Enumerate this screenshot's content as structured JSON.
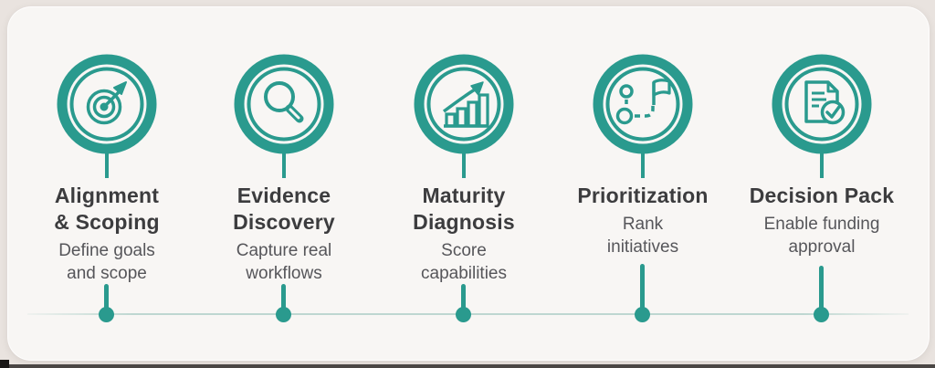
{
  "figure": {
    "type": "process-timeline",
    "step_count": 5,
    "orientation": "horizontal"
  },
  "colors": {
    "accent_teal": "#2a9a8e",
    "title_text": "#3c3c3e",
    "subtitle_text": "#56565a",
    "card_background": "#f8f6f4",
    "page_background": "#e9e3df",
    "timeline_line": "#bed7d1"
  },
  "steps": [
    {
      "title": "Alignment\n& Scoping",
      "description": "Define goals\nand scope",
      "icon": "target-icon"
    },
    {
      "title": "Evidence\nDiscovery",
      "description": "Capture real\nworkflows",
      "icon": "magnifier-icon"
    },
    {
      "title": "Maturity\nDiagnosis",
      "description": "Score\ncapabilities",
      "icon": "growth-chart-icon"
    },
    {
      "title": "Prioritization",
      "description": "Rank\ninitiatives",
      "icon": "route-flag-icon"
    },
    {
      "title": "Decision Pack",
      "description": "Enable funding\napproval",
      "icon": "document-check-icon"
    }
  ]
}
